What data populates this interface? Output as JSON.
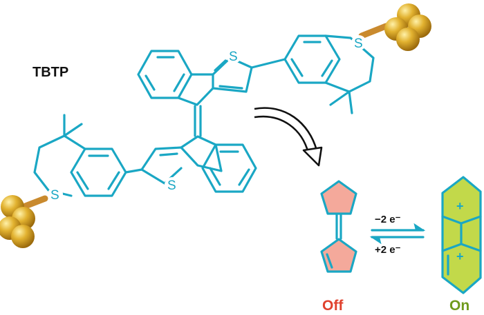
{
  "title": "TBTP",
  "atom_label": "S",
  "plus_sign": "+",
  "oxidation_label": "−2 e⁻",
  "reduction_label": "+2 e⁻",
  "off_label": "Off",
  "on_label": "On",
  "colors": {
    "bond": "#1aa7c4",
    "off_fill": "#f4a99b",
    "on_fill": "#c2d94a",
    "off_text": "#e0412d",
    "on_text": "#6f9a1c",
    "gold": "#d8a21c",
    "linker": "#c98a2e"
  },
  "icons": [
    "gold-nanoparticle-icon",
    "curved-arrow-icon",
    "equilibrium-arrows-icon"
  ]
}
